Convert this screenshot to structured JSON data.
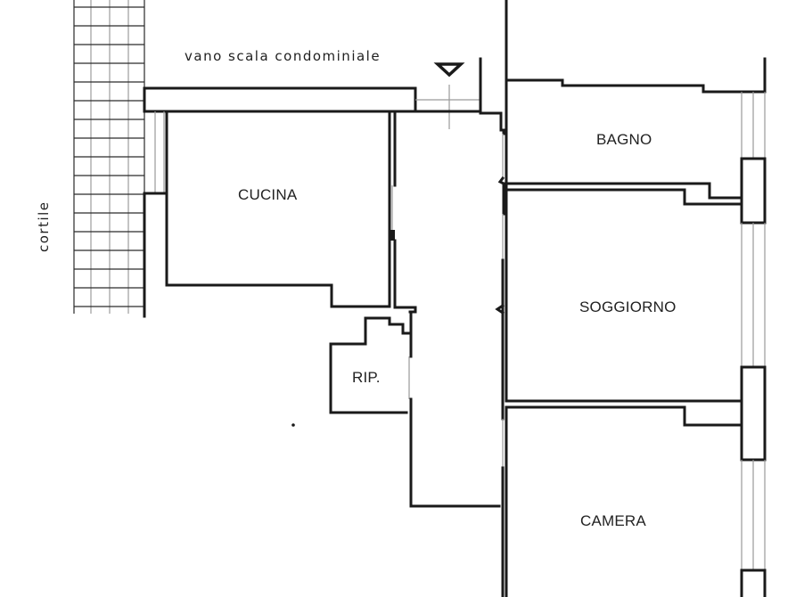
{
  "plan": {
    "annotations": {
      "stairwell": "vano scala condominiale",
      "courtyard": "cortile"
    },
    "entrance_marker": "triangle-down",
    "rooms": [
      {
        "id": "cucina",
        "label": "CUCINA"
      },
      {
        "id": "bagno",
        "label": "BAGNO"
      },
      {
        "id": "soggiorno",
        "label": "SOGGIORNO"
      },
      {
        "id": "ripostiglio",
        "label": "RIP."
      },
      {
        "id": "camera",
        "label": "CAMERA"
      }
    ],
    "colors": {
      "wall": "#1a1a1a",
      "background": "#ffffff",
      "window_glass": "#9a9a9a"
    }
  }
}
